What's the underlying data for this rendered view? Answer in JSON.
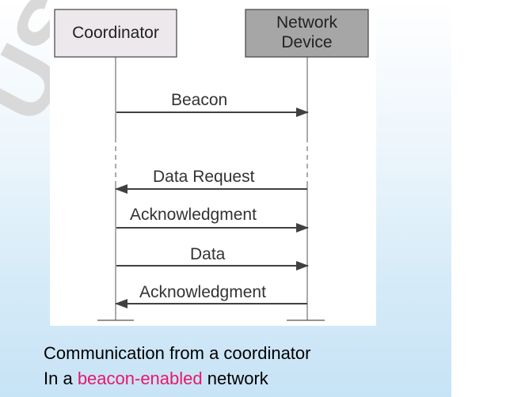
{
  "watermark": "UST",
  "diagram": {
    "participants": [
      {
        "id": "coordinator",
        "label": "Coordinator"
      },
      {
        "id": "network-device",
        "label_line1": "Network",
        "label_line2": "Device"
      }
    ],
    "messages": [
      {
        "label": "Beacon",
        "from": "coordinator",
        "to": "network-device"
      },
      {
        "label": "Data Request",
        "from": "network-device",
        "to": "coordinator"
      },
      {
        "label": "Acknowledgment",
        "from": "coordinator",
        "to": "network-device"
      },
      {
        "label": "Data",
        "from": "coordinator",
        "to": "network-device"
      },
      {
        "label": "Acknowledgment",
        "from": "network-device",
        "to": "coordinator"
      }
    ]
  },
  "caption": {
    "line1": "Communication from a coordinator",
    "line2_prefix": "In a ",
    "line2_highlight": "beacon-enabled",
    "line2_suffix": " network"
  },
  "colors": {
    "coordinator_box": "#ece8ec",
    "network_device_box": "#a6a6a6",
    "highlight": "#e8176c",
    "arrow": "#404040"
  }
}
